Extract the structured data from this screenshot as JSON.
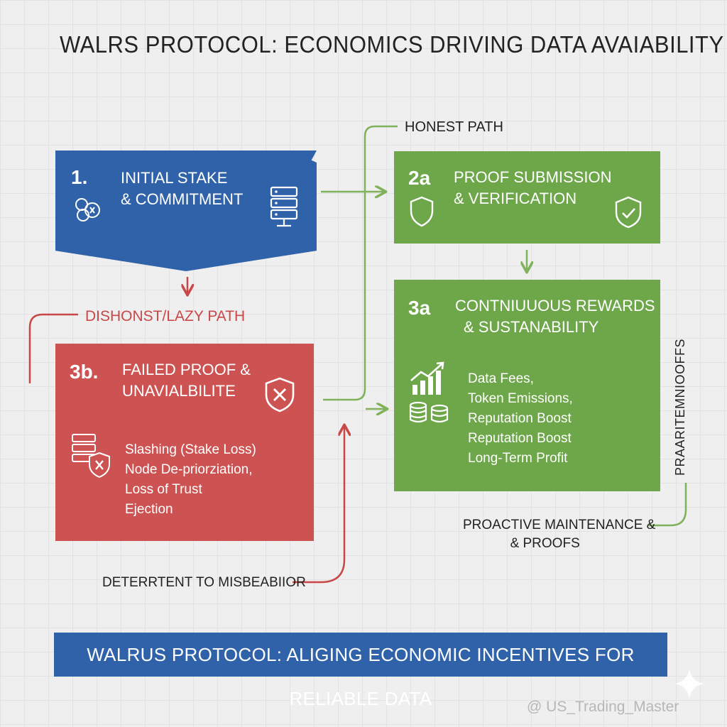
{
  "title": "WALRS PROTOCOL: ECONOMICS DRIVING DATA AVAIABILITY",
  "step1": {
    "number": "1.",
    "line1": "INITIAL STAKE",
    "line2": "& COMMITMENT"
  },
  "step2a": {
    "number": "2a",
    "line1": "PROOF SUBMISSION",
    "line2": "& VERIFICATION"
  },
  "step3a": {
    "number": "3a",
    "line1": "CONTNIUUOUS REWARDS",
    "line2": "& SUSTANABILITY",
    "items": [
      "Data Fees,",
      "Token Emissions,",
      "Reputation Boost",
      "Reputation Boost",
      "Long-Term Profit"
    ]
  },
  "step3b": {
    "number": "3b.",
    "line1": "FAILED PROOF &",
    "line2": "UNAVIALBILITE",
    "items": [
      "Slashing (Stake Loss)",
      "Node De-priorziation,",
      "Loss of Trust",
      "Ejection"
    ]
  },
  "labels": {
    "honest_path": "HONEST PATH",
    "dishonest_path": "DISHONST/LAZY PATH",
    "deterrent": "DETERRTENT TO MISBEABIIOR",
    "maintenance_line1": "PROACTIVE MAINTENANCE &",
    "maintenance_line2": "& PROOFS",
    "vertical": "PRAARITEMNIOOFFS"
  },
  "banner": "WALRUS PROTOCOL: ALIGING ECONOMIC INCENTIVES FOR RELIABLE DATA",
  "watermark": "@ US_Trading_Master",
  "colors": {
    "blue": "#2f62a9",
    "green": "#6ea64a",
    "red": "#cd5353",
    "green_line": "#7fb25a",
    "red_line": "#c94747"
  },
  "icons": [
    "coins-icon",
    "server-icon",
    "shield-icon",
    "shield-check-icon",
    "chart-growth-icon",
    "coin-stack-icon",
    "shield-x-icon",
    "server-x-icon",
    "sparkle-icon"
  ]
}
